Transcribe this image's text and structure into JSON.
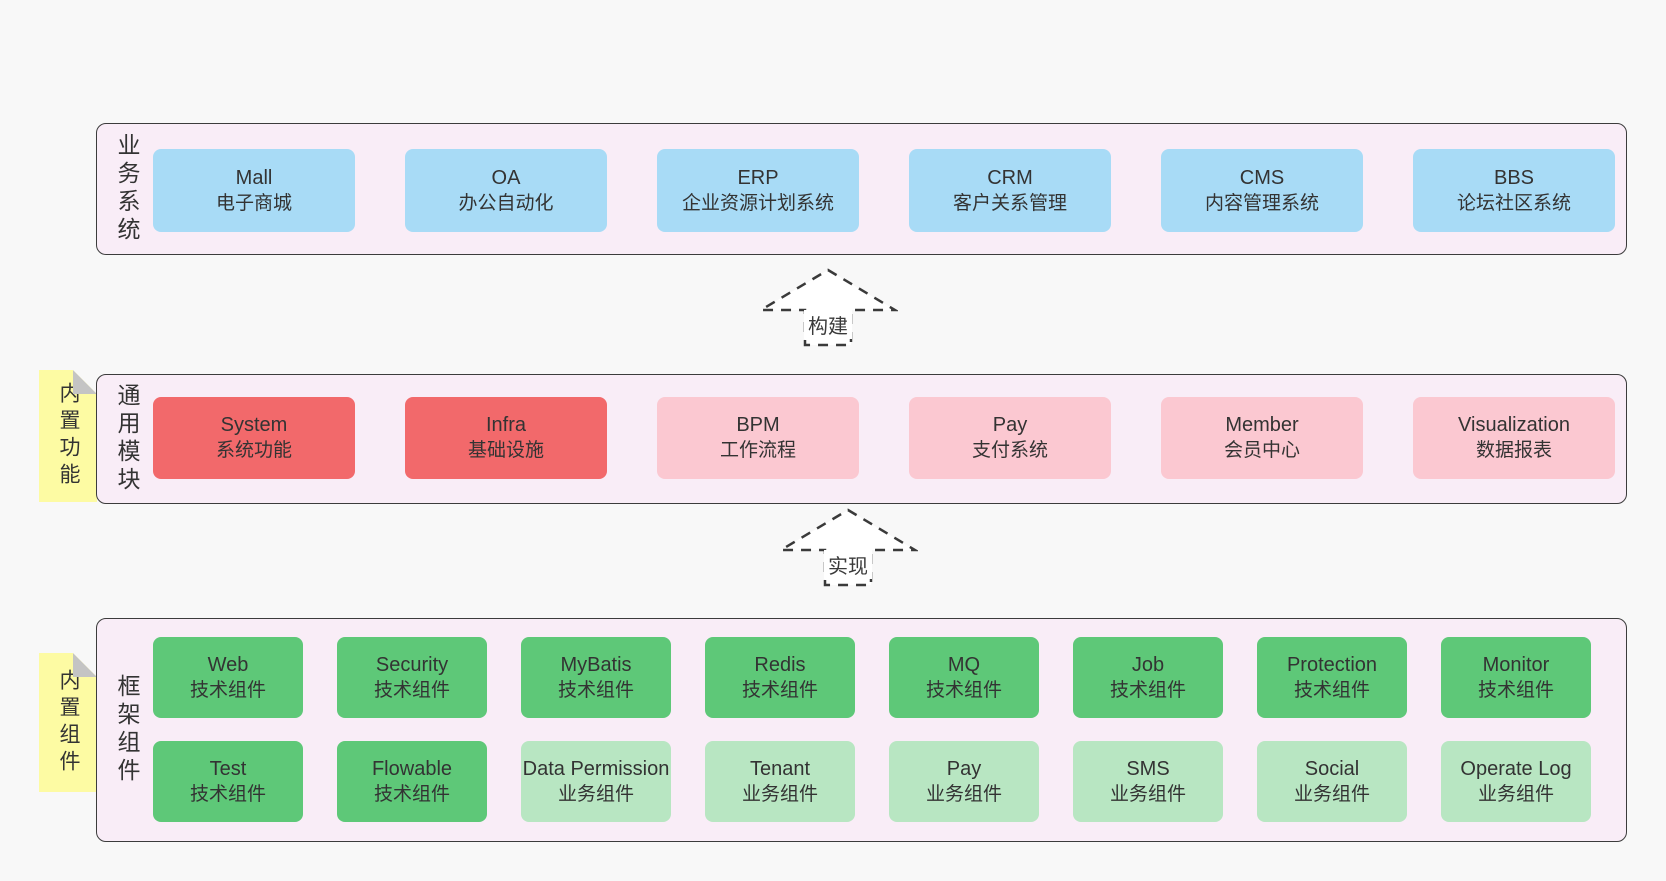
{
  "diagram": {
    "arrows": [
      {
        "label": "构建"
      },
      {
        "label": "实现"
      }
    ],
    "rows": [
      {
        "label": "业务系统",
        "boxes": [
          {
            "title": "Mall",
            "subtitle": "电子商城"
          },
          {
            "title": "OA",
            "subtitle": "办公自动化"
          },
          {
            "title": "ERP",
            "subtitle": "企业资源计划系统"
          },
          {
            "title": "CRM",
            "subtitle": "客户关系管理"
          },
          {
            "title": "CMS",
            "subtitle": "内容管理系统"
          },
          {
            "title": "BBS",
            "subtitle": "论坛社区系统"
          }
        ]
      },
      {
        "label": "通用模块",
        "sticky": "内置功能",
        "boxes": [
          {
            "title": "System",
            "subtitle": "系统功能"
          },
          {
            "title": "Infra",
            "subtitle": "基础设施"
          },
          {
            "title": "BPM",
            "subtitle": "工作流程"
          },
          {
            "title": "Pay",
            "subtitle": "支付系统"
          },
          {
            "title": "Member",
            "subtitle": "会员中心"
          },
          {
            "title": "Visualization",
            "subtitle": "数据报表"
          }
        ]
      },
      {
        "label": "框架组件",
        "sticky": "内置组件",
        "row1": [
          {
            "title": "Web",
            "subtitle": "技术组件"
          },
          {
            "title": "Security",
            "subtitle": "技术组件"
          },
          {
            "title": "MyBatis",
            "subtitle": "技术组件"
          },
          {
            "title": "Redis",
            "subtitle": "技术组件"
          },
          {
            "title": "MQ",
            "subtitle": "技术组件"
          },
          {
            "title": "Job",
            "subtitle": "技术组件"
          },
          {
            "title": "Protection",
            "subtitle": "技术组件"
          },
          {
            "title": "Monitor",
            "subtitle": "技术组件"
          }
        ],
        "row2": [
          {
            "title": "Test",
            "subtitle": "技术组件"
          },
          {
            "title": "Flowable",
            "subtitle": "技术组件"
          },
          {
            "title": "Data Permission",
            "subtitle": "业务组件"
          },
          {
            "title": "Tenant",
            "subtitle": "业务组件"
          },
          {
            "title": "Pay",
            "subtitle": "业务组件"
          },
          {
            "title": "SMS",
            "subtitle": "业务组件"
          },
          {
            "title": "Social",
            "subtitle": "业务组件"
          },
          {
            "title": "Operate Log",
            "subtitle": "业务组件"
          }
        ]
      }
    ],
    "colors": {
      "background": "#f8f8f8",
      "panel_fill": "#f9edf7",
      "panel_border": "#3c3c3c",
      "blue_node": "#a8dbf6",
      "red_node": "#f2696b",
      "pink_node": "#fbc8d1",
      "green_node": "#5ec878",
      "light_green_node": "#b8e6c2",
      "sticky_fill": "#fdfba3",
      "sticky_fold": "#c4c4c4",
      "text": "#333333"
    }
  }
}
